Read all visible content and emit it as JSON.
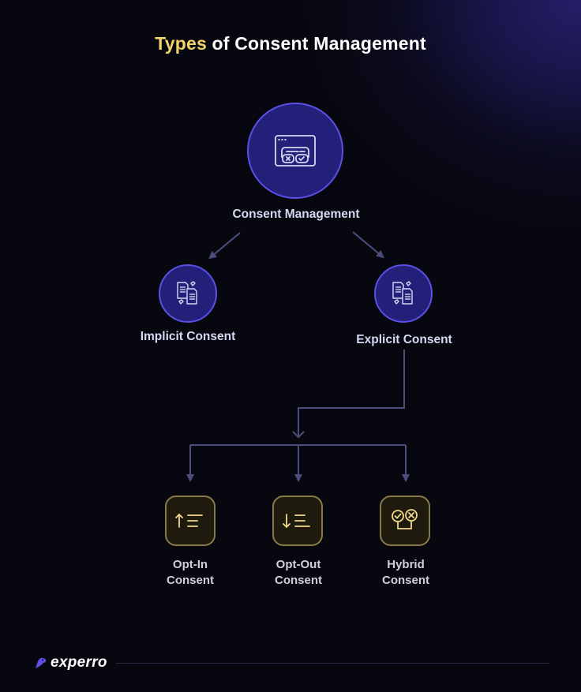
{
  "title": {
    "accent": "Types",
    "rest": " of Consent Management",
    "accent_color": "#f2d366"
  },
  "root": {
    "label": "Consent Management",
    "icon": "consent-window-icon"
  },
  "level1": [
    {
      "label": "Implicit Consent",
      "icon": "documents-icon"
    },
    {
      "label": "Explicit Consent",
      "icon": "documents-icon"
    }
  ],
  "level2": [
    {
      "line1": "Opt-In",
      "line2": "Consent",
      "icon": "sort-ascending-icon"
    },
    {
      "line1": "Opt-Out",
      "line2": "Consent",
      "icon": "sort-descending-icon"
    },
    {
      "line1": "Hybrid",
      "line2": "Consent",
      "icon": "check-x-icon"
    }
  ],
  "colors": {
    "background": "#07070f",
    "circle_fill": "#23207a",
    "circle_border": "#5b4fe6",
    "connector": "#4f4d7e",
    "square_fill": "#1e1a0e",
    "square_border": "#8a7a48",
    "square_icon": "#f2d98a"
  },
  "footer": {
    "brand": "experro"
  }
}
